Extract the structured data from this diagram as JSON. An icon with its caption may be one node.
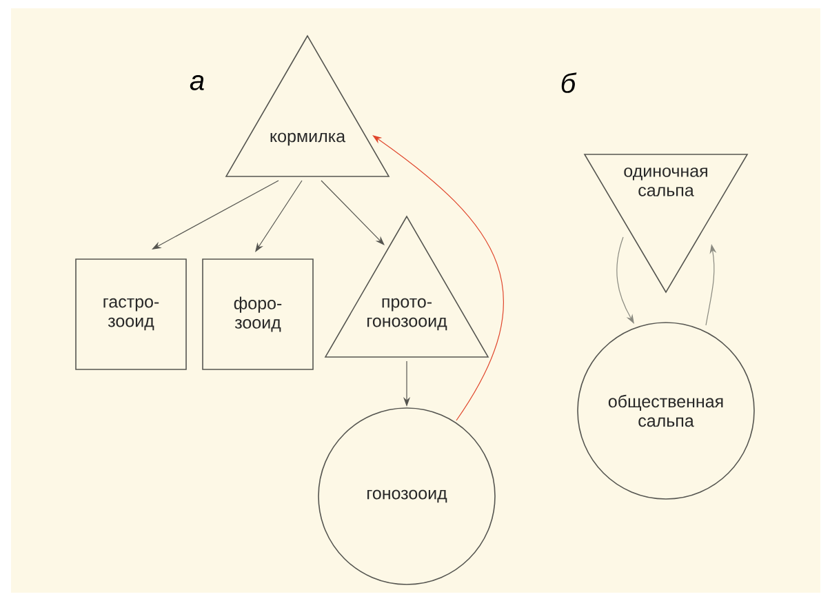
{
  "diagram": {
    "nodes": [
      {
        "text": [
          "кормилка"
        ]
      },
      {
        "text": [
          "гастро- зооид"
        ]
      },
      {
        "text": [
          "форо- зооид"
        ]
      },
      {
        "text": [
          "прото- гонозооид"
        ]
      },
      {
        "text": [
          "гонозооид"
        ]
      },
      {
        "text": [
          "одиночная сальпа"
        ]
      },
      {
        "text": [
          "общественная сальпа"
        ]
      }
    ],
    "edges": [
      {
        "from": 0,
        "to": 1,
        "arrow": "to"
      },
      {
        "from": 0,
        "to": 2,
        "arrow": "to"
      },
      {
        "from": 0,
        "to": 3,
        "arrow": "to"
      },
      {
        "from": 3,
        "to": 4,
        "arrow": "to"
      },
      {
        "from": 4,
        "to": 0,
        "arrow": "to",
        "color": "#e0452b"
      },
      {
        "from": 5,
        "to": 6,
        "arrow": "to",
        "color": "#8a8a80"
      },
      {
        "from": 6,
        "to": 5,
        "arrow": "to",
        "color": "#8a8a80"
      }
    ],
    "labels": [
      "а",
      "б"
    ]
  }
}
